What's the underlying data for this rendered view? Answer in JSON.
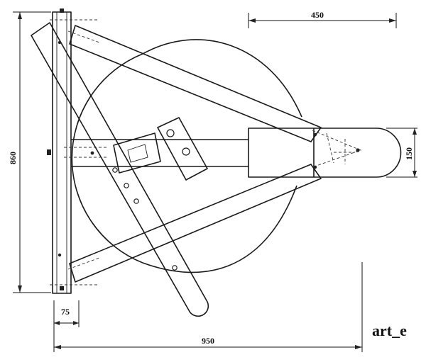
{
  "dimensions": {
    "top_width": "450",
    "left_height": "860",
    "right_height": "150",
    "bottom_small": "75",
    "bottom_total": "950"
  },
  "signature": "art_e"
}
